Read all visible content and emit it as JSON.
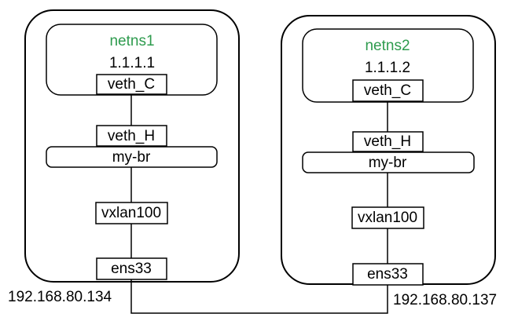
{
  "host1": {
    "namespace": "netns1",
    "ns_ip": "1.1.1.1",
    "veth_c": "veth_C",
    "veth_h": "veth_H",
    "bridge": "my-br",
    "vxlan": "vxlan100",
    "nic": "ens33",
    "host_ip": "192.168.80.134"
  },
  "host2": {
    "namespace": "netns2",
    "ns_ip": "1.1.1.2",
    "veth_c": "veth_C",
    "veth_h": "veth_H",
    "bridge": "my-br",
    "vxlan": "vxlan100",
    "nic": "ens33",
    "host_ip": "192.168.80.137"
  },
  "colors": {
    "namespace_text": "#2e9b4e",
    "stroke": "#000000",
    "background": "#ffffff"
  }
}
